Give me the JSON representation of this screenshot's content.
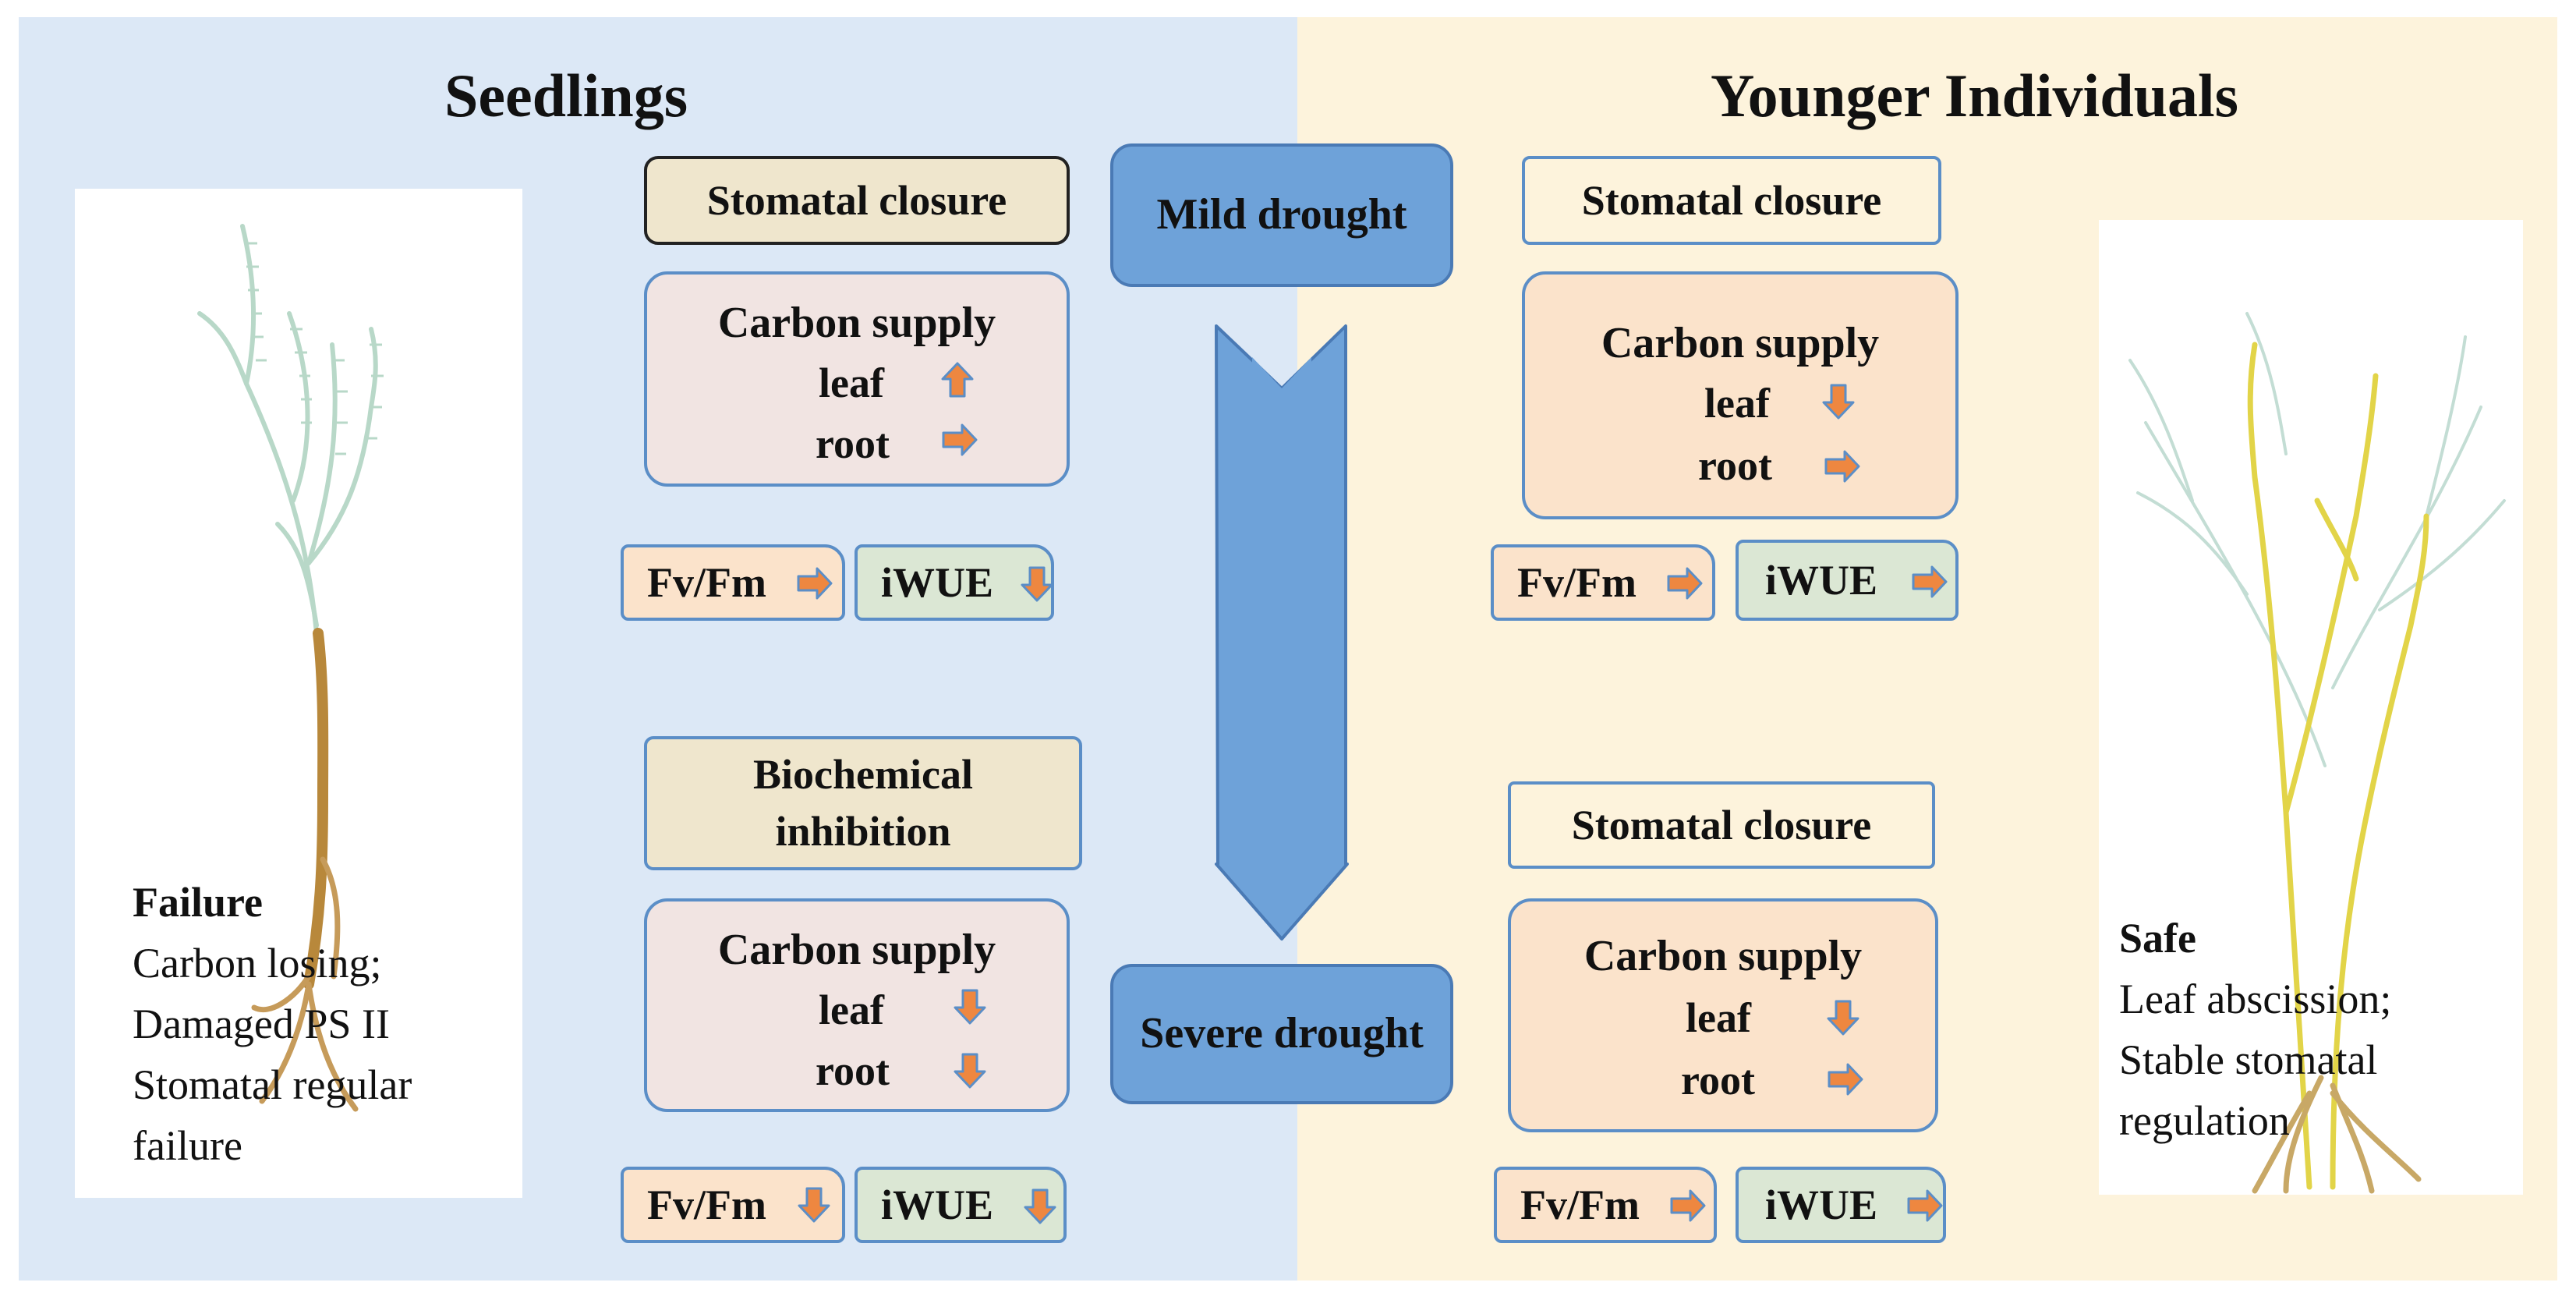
{
  "colors": {
    "left_bg": "#dce8f6",
    "right_bg": "#fdf3dc",
    "beige_box": "#efe6cd",
    "pink_box": "#f1e4e2",
    "peach_box": "#fbe3cb",
    "green_box": "#dbe7d4",
    "drought_box": "#6ea2d9",
    "arrow_orange": "#ee8740",
    "border_blue": "#5b8ec7"
  },
  "titles": {
    "left": "Seedlings",
    "right": "Younger Individuals"
  },
  "drought": {
    "mild": "Mild drought",
    "severe": "Severe drought"
  },
  "seedlings": {
    "mild": {
      "mechanism": "Stomatal closure",
      "carbon_title": "Carbon supply",
      "leaf_label": "leaf",
      "leaf_arrow": "up-arrow-icon",
      "root_label": "root",
      "root_arrow": "right-arrow-icon",
      "fvfm_label": "Fv/Fm",
      "fvfm_arrow": "right-arrow-icon",
      "iwue_label": "iWUE",
      "iwue_arrow": "down-arrow-icon"
    },
    "severe": {
      "mechanism": "Biochemical inhibition",
      "carbon_title": "Carbon supply",
      "leaf_label": "leaf",
      "leaf_arrow": "down-arrow-icon",
      "root_label": "root",
      "root_arrow": "down-arrow-icon",
      "fvfm_label": "Fv/Fm",
      "fvfm_arrow": "down-arrow-icon",
      "iwue_label": "iWUE",
      "iwue_arrow": "down-arrow-icon"
    },
    "outcome": {
      "heading": "Failure",
      "lines": [
        "Carbon losing;",
        "Damaged PS II",
        "Stomatal regular",
        "failure"
      ]
    }
  },
  "younger": {
    "mild": {
      "mechanism": "Stomatal closure",
      "carbon_title": "Carbon supply",
      "leaf_label": "leaf",
      "leaf_arrow": "down-arrow-icon",
      "root_label": "root",
      "root_arrow": "right-arrow-icon",
      "fvfm_label": "Fv/Fm",
      "fvfm_arrow": "right-arrow-icon",
      "iwue_label": "iWUE",
      "iwue_arrow": "right-arrow-icon"
    },
    "severe": {
      "mechanism": "Stomatal closure",
      "carbon_title": "Carbon supply",
      "leaf_label": "leaf",
      "leaf_arrow": "down-arrow-icon",
      "root_label": "root",
      "root_arrow": "right-arrow-icon",
      "fvfm_label": "Fv/Fm",
      "fvfm_arrow": "right-arrow-icon",
      "iwue_label": "iWUE",
      "iwue_arrow": "right-arrow-icon"
    },
    "outcome": {
      "heading": "Safe",
      "lines": [
        "Leaf abscission;",
        "Stable stomatal",
        "regulation"
      ]
    }
  },
  "icons": {
    "seedling_plant": "seedling-plant-icon",
    "younger_plant": "younger-plant-icon",
    "drought_flow": "down-flow-arrow-icon"
  }
}
